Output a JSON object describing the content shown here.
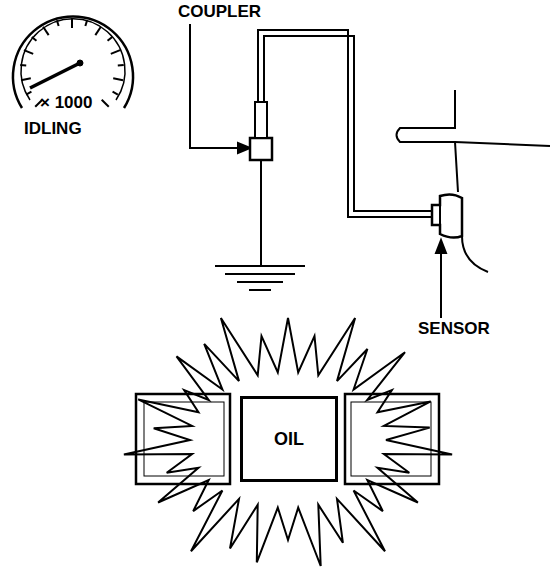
{
  "diagram": {
    "nodes": [
      {
        "text": [
          "OIL"
        ]
      }
    ],
    "labels": [
      "COUPLER",
      "× 1000",
      "IDLING",
      "SENSOR"
    ]
  }
}
